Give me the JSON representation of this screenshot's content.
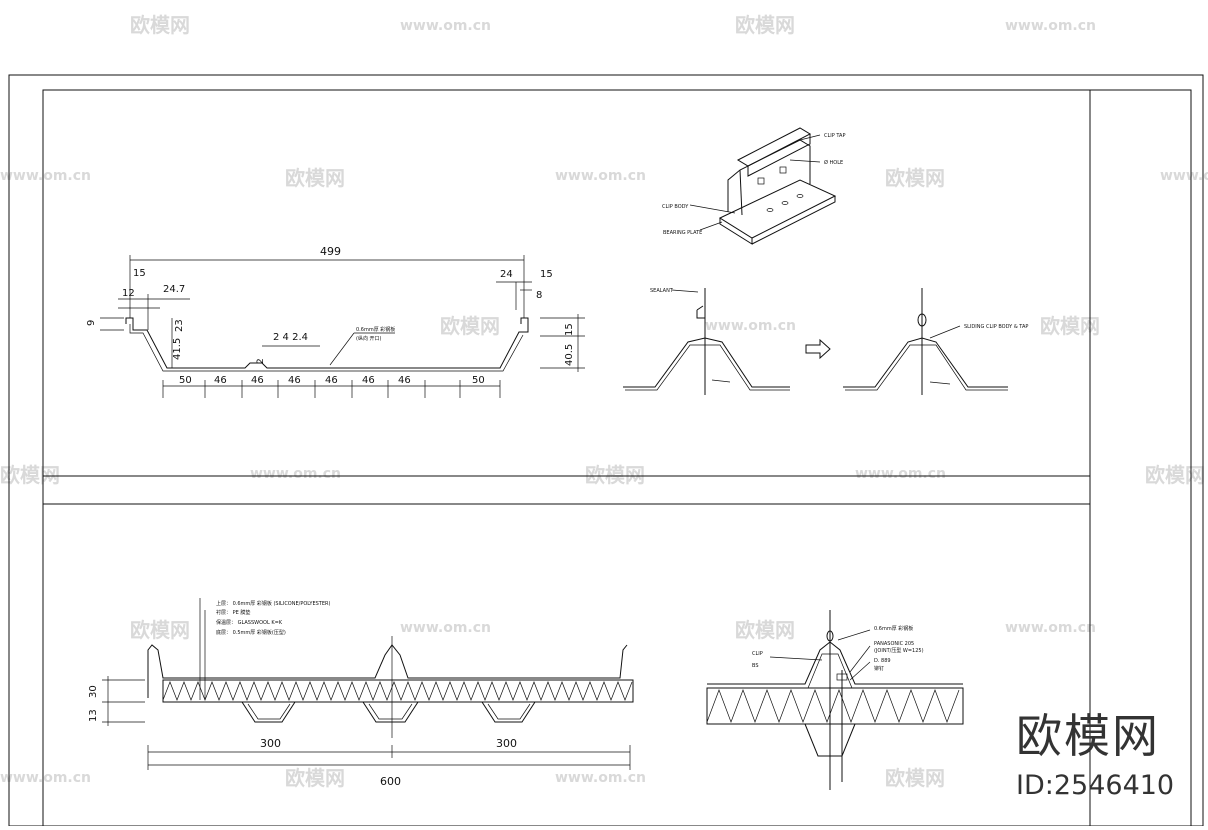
{
  "watermark": {
    "brand": "欧模网",
    "site": "www.om.cn",
    "id": "ID:2546410"
  },
  "profile": {
    "overall": "499",
    "left_flange": "15",
    "right_flange": "15",
    "d12": "12",
    "d247": "24.7",
    "d24": "24",
    "d8": "8",
    "d9": "9",
    "d23": "23",
    "d415": "41.5",
    "d405": "40.5",
    "d15v": "15",
    "d242": "2 4 2.4",
    "d2": "2",
    "note1": "0.6mm厚 彩钢板",
    "note2": "(纵向 开口)",
    "bottom": [
      "50",
      "46",
      "46",
      "46",
      "46",
      "46",
      "46",
      "50"
    ]
  },
  "clip3d": {
    "labels": {
      "cap": "CLIP TAP",
      "hole": "Ø HOLE",
      "body": "CLIP BODY",
      "plate": "BEARING PLATE"
    }
  },
  "seam": {
    "sealant": "SEALANT",
    "sliding": "SLIDING CLIP BODY & TAP"
  },
  "panel": {
    "notes": [
      "上层：  0.6mm厚 彩钢板      (SILICONE/POLYESTER)",
      "衬层： PE  膜垫",
      "保温层： GLASSWOOL  K=K",
      "底层： 0.5mm厚 彩钢板(压型)"
    ],
    "h30": "30",
    "h13": "13",
    "span_left": "300",
    "span_right": "300",
    "total": "600"
  },
  "detail": {
    "labels": [
      "0.6mm厚 彩钢板",
      "CLIP",
      "BS",
      "PANASONIC 205",
      "(JOINT/压型 W=125)",
      "D. 889",
      "铆钉"
    ]
  }
}
